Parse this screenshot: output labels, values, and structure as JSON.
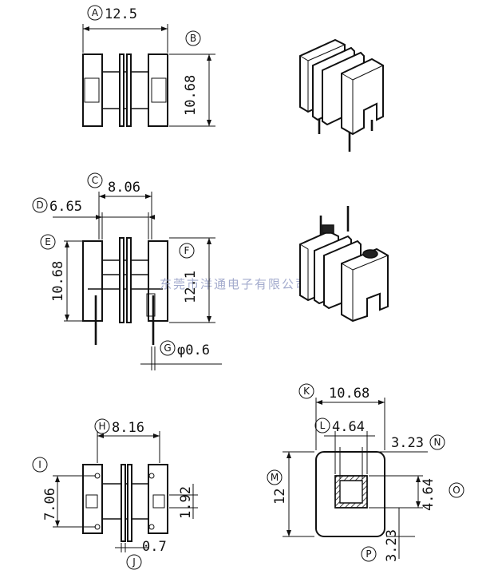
{
  "watermark": "东莞市洋通电子有限公司",
  "labels": {
    "a": {
      "marker": "A",
      "value": "12.5"
    },
    "b": {
      "marker": "B",
      "value": "10.68"
    },
    "c": {
      "marker": "C",
      "value": "8.06"
    },
    "d": {
      "marker": "D",
      "value": "6.65"
    },
    "e": {
      "marker": "E",
      "value": "10.68"
    },
    "f": {
      "marker": "F",
      "value": "12.1"
    },
    "g": {
      "marker": "G",
      "value": "φ0.6"
    },
    "h": {
      "marker": "H",
      "value": "8.16"
    },
    "i": {
      "marker": "I",
      "value": "7.06"
    },
    "j": {
      "marker": "J",
      "value": "0.7"
    },
    "k": {
      "marker": "K",
      "value": "10.68"
    },
    "l": {
      "marker": "L",
      "value": "4.64"
    },
    "m": {
      "marker": "M",
      "value": "12"
    },
    "n": {
      "marker": "N",
      "value": "3.23"
    },
    "o": {
      "marker": "O",
      "value": "4.64"
    },
    "p": {
      "marker": "P",
      "value": "3.23"
    },
    "dim_192": "1.92"
  }
}
